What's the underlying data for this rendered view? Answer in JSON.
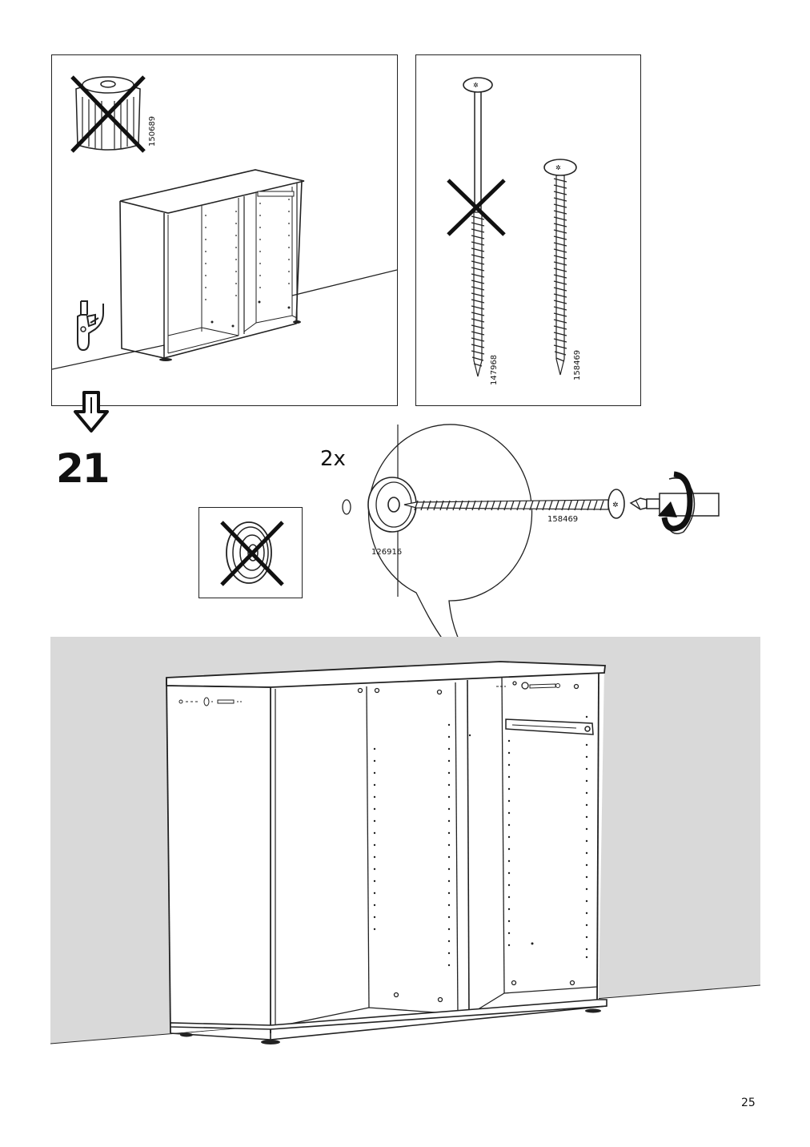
{
  "panels": {
    "left": {
      "part_number": "150689"
    },
    "right": {
      "screw_long_number": "147968",
      "screw_short_number": "158469"
    }
  },
  "step": {
    "number": "21",
    "quantity": "2x",
    "washer_number": "126916",
    "screw_number": "158469"
  },
  "page": {
    "number": "25"
  },
  "icons": [
    "not-allowed-x-icon",
    "hand-press-icon",
    "down-arrow-icon",
    "screwdriver-icon",
    "rotate-clockwise-icon"
  ]
}
